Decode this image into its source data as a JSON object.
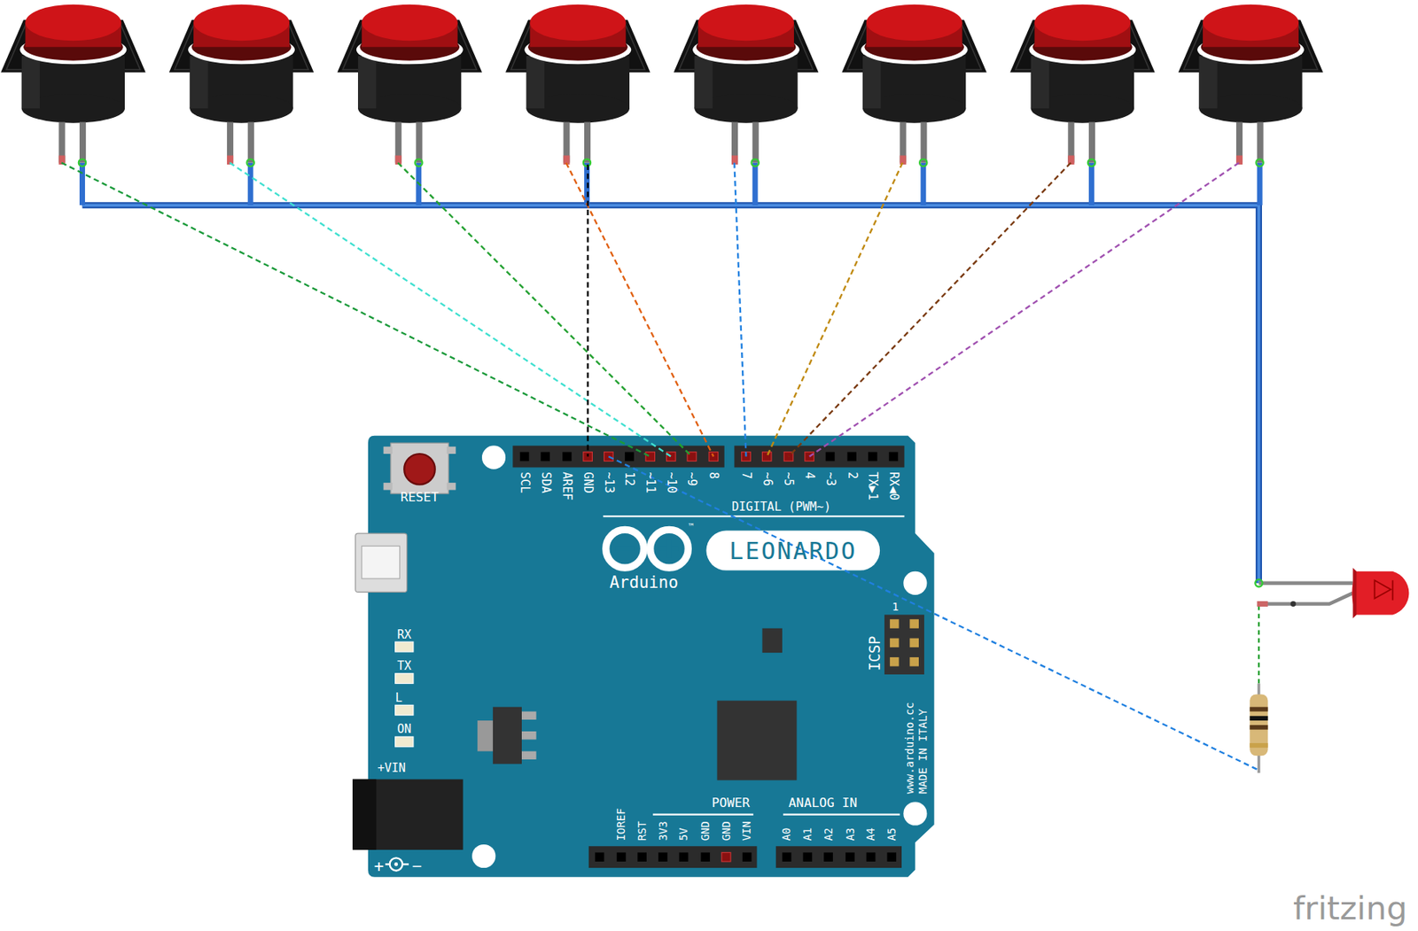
{
  "diagram": {
    "labels": [
      "RESET",
      "SCL",
      "SDA",
      "AREF",
      "GND",
      "~13",
      "12",
      "~11",
      "~10",
      "~9",
      "8",
      "7",
      "~6",
      "~5",
      "4",
      "~3",
      "2",
      "TX▶1",
      "RX◀0",
      "DIGITAL (PWM~)",
      "LEONARDO",
      "Arduino",
      "™",
      "1",
      "ICSP",
      "RX",
      "TX",
      "L",
      "ON",
      "+VIN",
      "+",
      "−",
      "www.arduino.cc",
      "MADE IN ITALY",
      "POWER",
      "ANALOG IN",
      "IOREF",
      "RST",
      "3V3",
      "5V",
      "GND",
      "GND",
      "VIN",
      "A0",
      "A1",
      "A2",
      "A3",
      "A4",
      "A5",
      "fritzing"
    ]
  }
}
